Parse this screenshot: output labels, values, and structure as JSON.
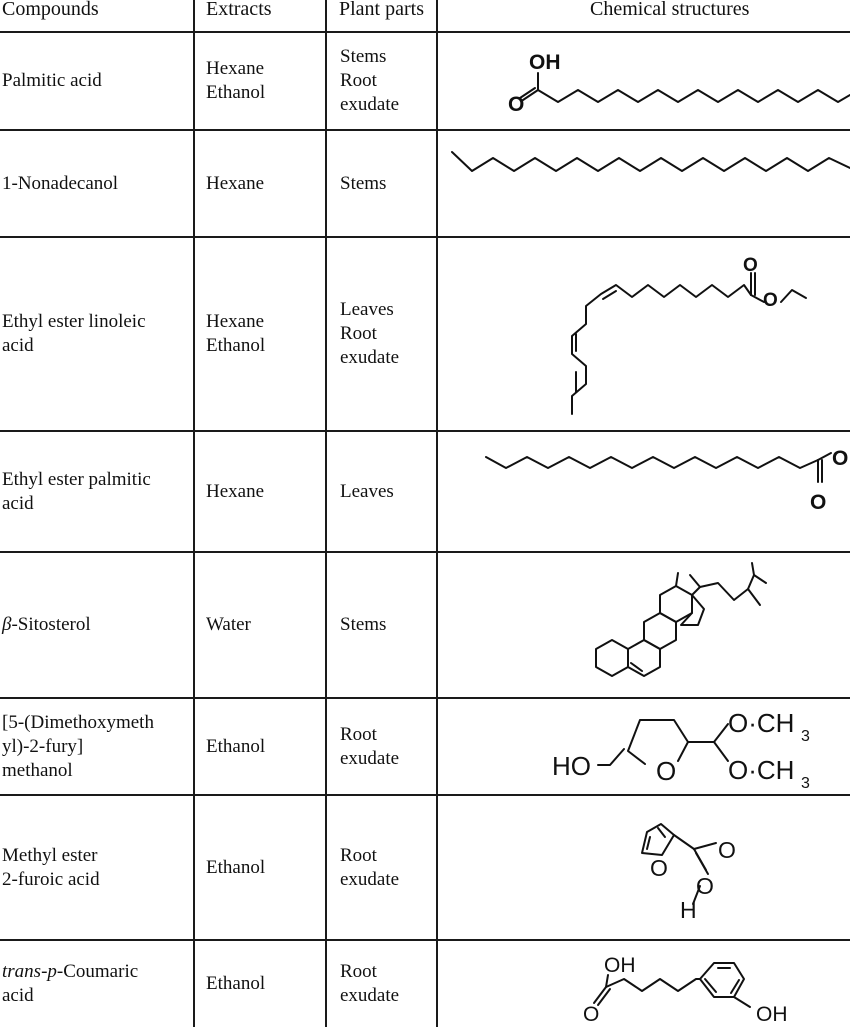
{
  "table": {
    "headers": [
      "Compounds",
      "Extracts",
      "Plant parts",
      "Chemical structures"
    ],
    "rows": [
      {
        "compound": "Palmitic acid",
        "extracts": "Hexane\nEthanol",
        "plant_parts": "Stems\nRoot\nexudate",
        "structure_labels": [
          "OH",
          "O"
        ]
      },
      {
        "compound": "1-Nonadecanol",
        "extracts": "Hexane",
        "plant_parts": "Stems",
        "structure_labels": []
      },
      {
        "compound": "Ethyl ester linoleic\nacid",
        "extracts": "Hexane\nEthanol",
        "plant_parts": "Leaves\nRoot\nexudate",
        "structure_labels": [
          "O",
          "O"
        ]
      },
      {
        "compound": "Ethyl ester palmitic\nacid",
        "extracts": "Hexane",
        "plant_parts": "Leaves",
        "structure_labels": [
          "O",
          "O"
        ]
      },
      {
        "compound_prefix": "β",
        "compound": "-Sitosterol",
        "extracts": "Water",
        "plant_parts": "Stems",
        "structure_labels": []
      },
      {
        "compound": "[5-(Dimethoxymeth\nyl)-2-fury]\nmethanol",
        "extracts": "Ethanol",
        "plant_parts": "Root\nexudate",
        "structure_labels": [
          "HO",
          "O",
          "O·CH",
          "O·CH",
          "3"
        ]
      },
      {
        "compound": "Methyl ester\n2-furoic acid",
        "extracts": "Ethanol",
        "plant_parts": "Root\nexudate",
        "structure_labels": [
          "O",
          "O",
          "O",
          "H"
        ]
      },
      {
        "compound_prefix": "trans-p",
        "compound": "-Coumaric\nacid",
        "extracts": "Ethanol",
        "plant_parts": "Root\nexudate",
        "structure_labels": [
          "OH",
          "O",
          "OH"
        ]
      }
    ]
  }
}
